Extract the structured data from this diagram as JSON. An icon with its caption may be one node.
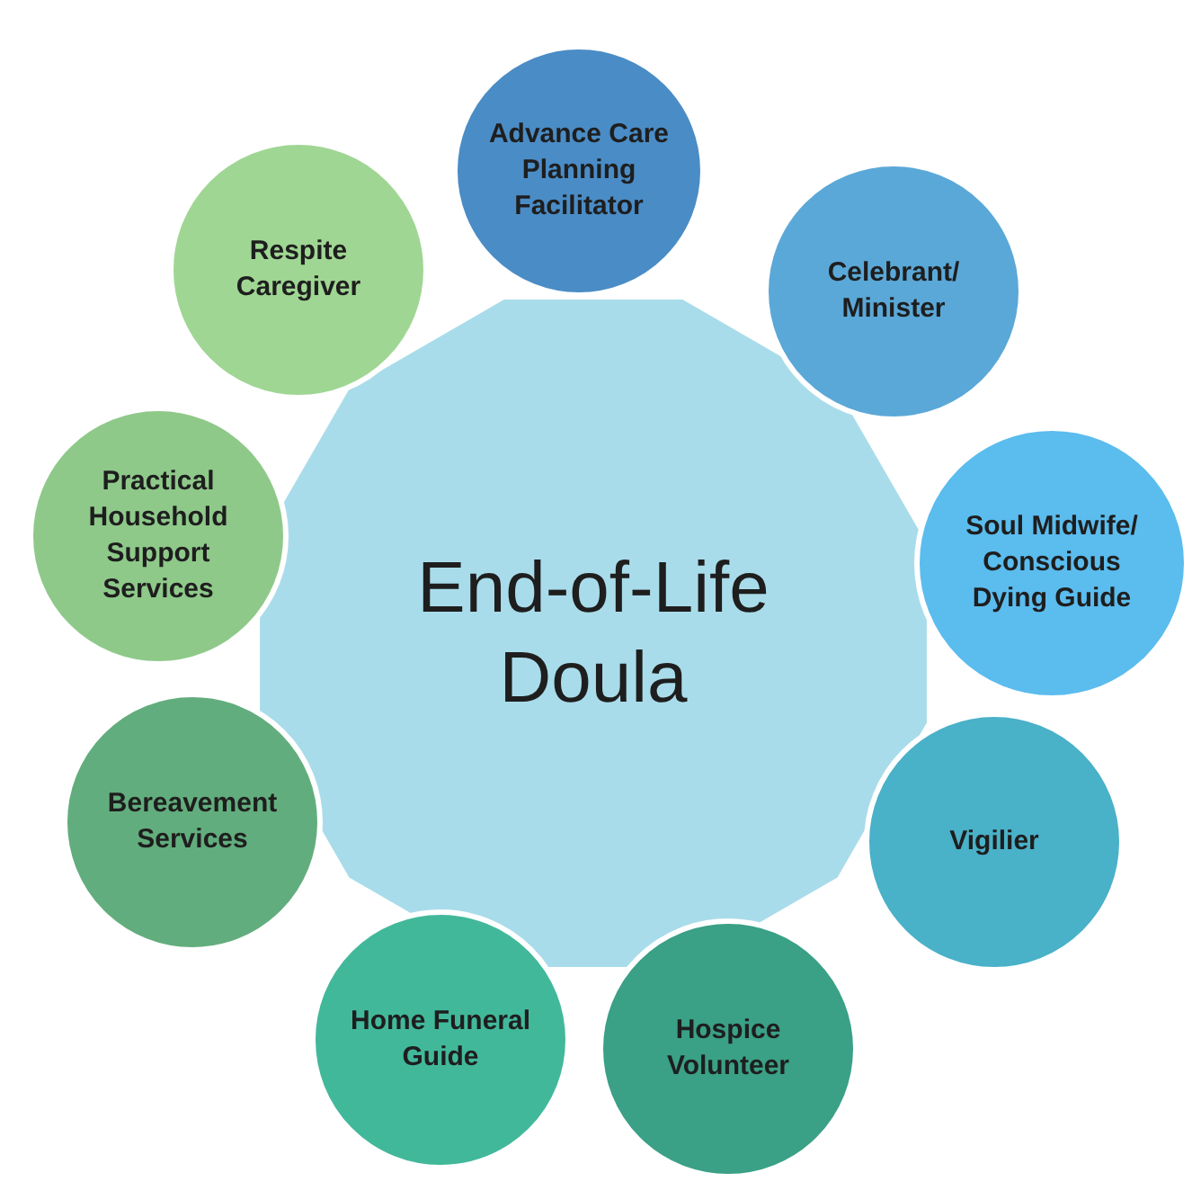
{
  "diagram": {
    "nodes": [
      {
        "text": [
          "End-of-Life Doula"
        ]
      },
      {
        "text": [
          "Advance Care Planning Facilitator"
        ]
      },
      {
        "text": [
          "Celebrant/ Minister"
        ]
      },
      {
        "text": [
          "Soul Midwife/ Conscious Dying Guide"
        ]
      },
      {
        "text": [
          "Vigilier"
        ]
      },
      {
        "text": [
          "Hospice Volunteer"
        ]
      },
      {
        "text": [
          "Home Funeral Guide"
        ]
      },
      {
        "text": [
          "Bereavement Services"
        ]
      },
      {
        "text": [
          "Practical Household Support Services"
        ]
      },
      {
        "text": [
          "Respite Caregiver"
        ]
      }
    ]
  }
}
